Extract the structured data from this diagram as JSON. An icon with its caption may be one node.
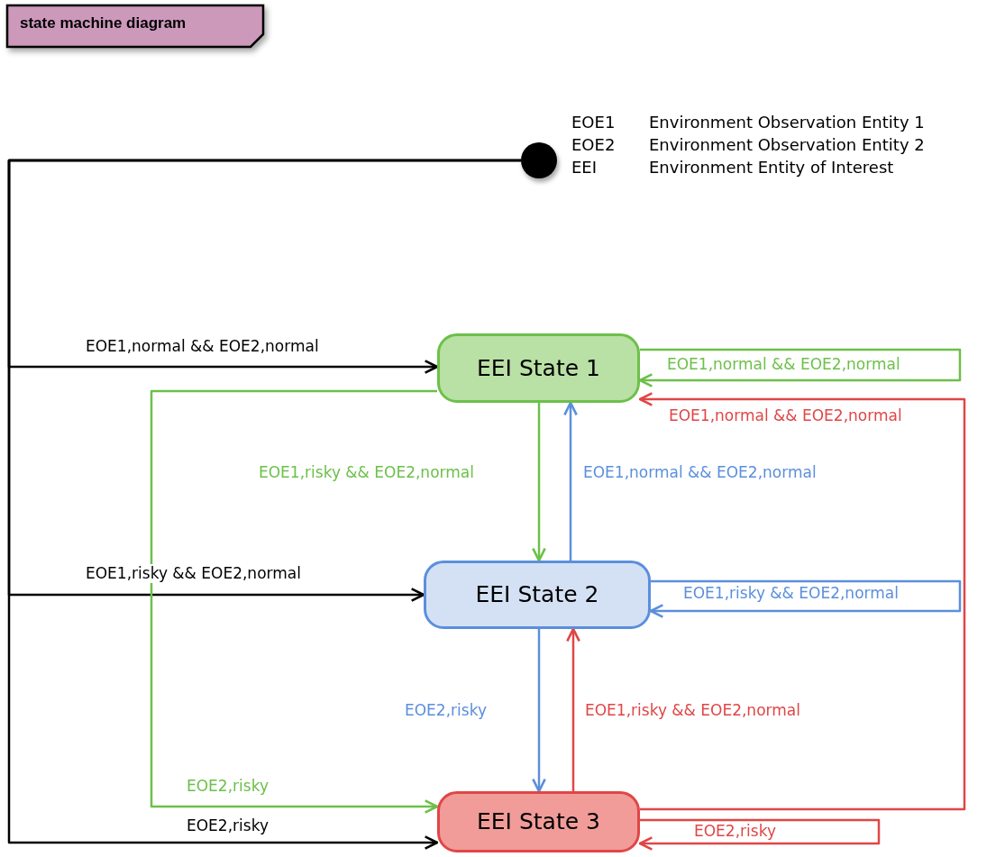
{
  "diagram": {
    "title": "state machine diagram",
    "nodes": [
      {
        "text": [],
        "shape": "circle"
      },
      {
        "text": [
          "EEI State 1"
        ]
      },
      {
        "text": [
          "EEI State 2"
        ]
      },
      {
        "text": [
          "EEI State 3"
        ]
      }
    ],
    "edges": [
      {
        "from": 0,
        "to": 1,
        "arrow": "to",
        "label": "EOE1,normal && EOE2,normal",
        "color": "#000000"
      },
      {
        "from": 0,
        "to": 2,
        "arrow": "to",
        "label": "EOE1,risky && EOE2,normal",
        "color": "#000000"
      },
      {
        "from": 0,
        "to": 3,
        "arrow": "to",
        "label": "EOE2,risky",
        "color": "#000000"
      },
      {
        "from": 1,
        "to": 1,
        "arrow": "to",
        "label": "EOE1,normal && EOE2,normal",
        "color": "#6cc04a"
      },
      {
        "from": 1,
        "to": 2,
        "arrow": "to",
        "label": "EOE1,risky && EOE2,normal",
        "color": "#6cc04a"
      },
      {
        "from": 1,
        "to": 3,
        "arrow": "to",
        "label": "EOE2,risky",
        "color": "#6cc04a"
      },
      {
        "from": 2,
        "to": 1,
        "arrow": "to",
        "label": "EOE1,normal && EOE2,normal",
        "color": "#5b8fdc"
      },
      {
        "from": 2,
        "to": 2,
        "arrow": "to",
        "label": "EOE1,risky && EOE2,normal",
        "color": "#5b8fdc"
      },
      {
        "from": 2,
        "to": 3,
        "arrow": "to",
        "label": "EOE2,risky",
        "color": "#5b8fdc"
      },
      {
        "from": 3,
        "to": 2,
        "arrow": "to",
        "label": "EOE1,risky && EOE2,normal",
        "color": "#e04646"
      },
      {
        "from": 3,
        "to": 1,
        "arrow": "to",
        "label": "EOE1,normal && EOE2,normal",
        "color": "#e04646"
      },
      {
        "from": 3,
        "to": 3,
        "arrow": "to",
        "label": "EOE2,risky",
        "color": "#e04646"
      }
    ],
    "labels": [
      "EOE1",
      "Environment Observation Entity 1",
      "EOE2",
      "Environment Observation Entity 2",
      "EEI",
      "Environment Entity of Interest"
    ]
  }
}
